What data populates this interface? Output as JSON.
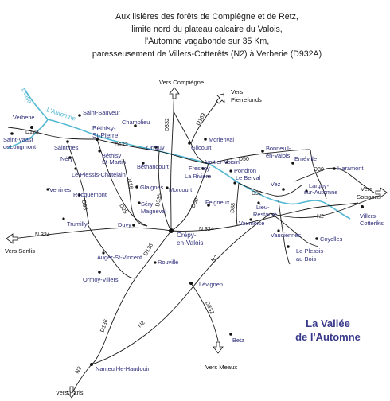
{
  "header": {
    "lines": [
      "Aux lisières des forêts de Compiègne et de Retz,",
      "limite nord du plateau calcaire du Valois,",
      "l'Automne vagabonde sur 35 Km,",
      "paresseusement de Villers-Cotterêts (N2) à Verberie (D932A)"
    ]
  },
  "title": {
    "line1": "La Vallée",
    "line2": "de l'Automne"
  },
  "rivers": {
    "oise": "L'oise",
    "automne": "L'Automne"
  },
  "directions": {
    "compiegne": "Vers Compiègne",
    "pierrefonds_1": "Vers",
    "pierrefonds_2": "Pierrefonds",
    "soissons_1": "Vers",
    "soissons_2": "Soissons",
    "senlis": "Vers Senlis",
    "paris": "Vers Paris",
    "meaux": "Vers Meaux"
  },
  "roads": {
    "d123_a": "D123",
    "d123_b": "D123",
    "d332_a": "D332",
    "d163": "D163",
    "d50_a": "D50",
    "d80": "D80",
    "d32": "D32",
    "n2_a": "N2",
    "d116": "D116",
    "d98": "D98",
    "d25": "D25",
    "d335": "D335",
    "d50_b": "D50",
    "d88": "D88",
    "n324_a": "N 324",
    "n324_b": "N 324",
    "d136_a": "D136",
    "n2_b": "N2",
    "d332_b": "D332",
    "d136_b": "D136",
    "n2_c": "N2",
    "n2_d": "N2",
    "d332_c": "D332"
  },
  "places": {
    "verberie": "Verberie",
    "saint_vaast_1": "Saint-Vaast",
    "saint_vaast_2": "deLongmont",
    "saint_sauveur": "Saint-Sauveur",
    "saintines": "Saintines",
    "bethisy_st_pierre_1": "Béthisy-",
    "bethisy_st_pierre_2": "St-Pierre",
    "bethisy_st_martin_1": "Béthisy",
    "bethisy_st_martin_2": "St-Martin",
    "champlieu": "Champlieu",
    "orrouy": "Orrouy",
    "glicourt": "Glicourt",
    "morienval": "Morienval",
    "bethancourt": "Béthancourt",
    "fresnoy": "Fresnoy",
    "la_riviere": "La Rivière",
    "vattier_voisin": "Vattier-Voisin",
    "pondron": "Pondron",
    "le_berval": "Le Berval",
    "bonneuil_1": "Bonneuil-",
    "bonneuil_2": "en-Valois",
    "emeville": "Eméville",
    "haramont": "Haramont",
    "vez": "Vez",
    "largny_1": "Largny-",
    "largny_2": "sur-Automne",
    "lieu_restaure_1": "Lieu-",
    "lieu_restaure_2": "Restauré",
    "vaumoise": "Vaumoise",
    "villers_cotterets_1": "Villers-",
    "villers_cotterets_2": "Cotterêts",
    "nery": "Néry",
    "le_plessis_chatelain": "Le-Plessis-Chatelain",
    "gilocourt_spacer": "",
    "glaignes": "Glaignes",
    "morcourt": "Morcourt",
    "sery_1": "Séry-",
    "sery_2": "Magneval",
    "feigneux": "Feigneux",
    "verrines": "Verrines",
    "rocquemont": "Rocquemont",
    "trumilly": "Trumilly",
    "duvy": "Duvy",
    "crepy_1": "Crépy-",
    "crepy_2": "en-Valois",
    "vauciennes": "Vauciennes",
    "coyolles": "Coyolles",
    "le_plessis_au_bois_1": "Le-Plessis-",
    "le_plessis_au_bois_2": "au-Bois",
    "auger": "Auger-St-Vincent",
    "rouville": "Rouville",
    "ormoy": "Ormoy-Villers",
    "levignen": "Lévignen",
    "betz": "Betz",
    "nanteuil": "Nanteuil-le-Haudouin"
  }
}
